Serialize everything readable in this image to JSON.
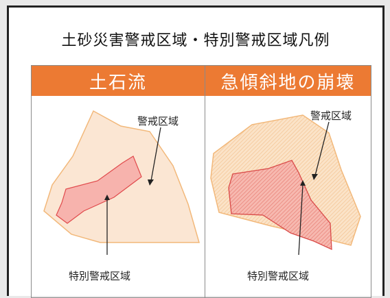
{
  "title": "土砂災害警戒区域・特別警戒区域凡例",
  "panels": {
    "left": {
      "heading": "土石流",
      "warning_label": "警戒区域",
      "special_label": "特別警戒区域"
    },
    "right": {
      "heading": "急傾斜地の崩壊",
      "warning_label": "警戒区域",
      "special_label": "特別警戒区域"
    }
  },
  "colors": {
    "header_bg": "#ec7a33",
    "warning_fill": "#fbe6d3",
    "warning_stroke": "#f2b87a",
    "special_fill": "#f7b3ad",
    "special_stroke": "#e0494b"
  }
}
